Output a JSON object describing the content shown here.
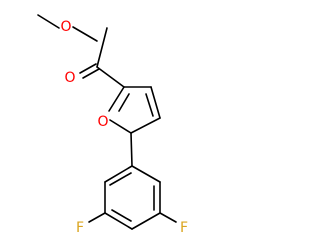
{
  "molecule": {
    "atoms": {
      "ester_carbonyl_o": {
        "symbol": "O",
        "color": "#ff0000"
      },
      "ester_ether_o": {
        "symbol": "O",
        "color": "#ff0000"
      },
      "furan_o": {
        "symbol": "O",
        "color": "#ff0000"
      },
      "fluorine_left": {
        "symbol": "F",
        "color": "#daa520"
      },
      "fluorine_right": {
        "symbol": "F",
        "color": "#daa520"
      }
    },
    "bond_color": "#000000"
  }
}
